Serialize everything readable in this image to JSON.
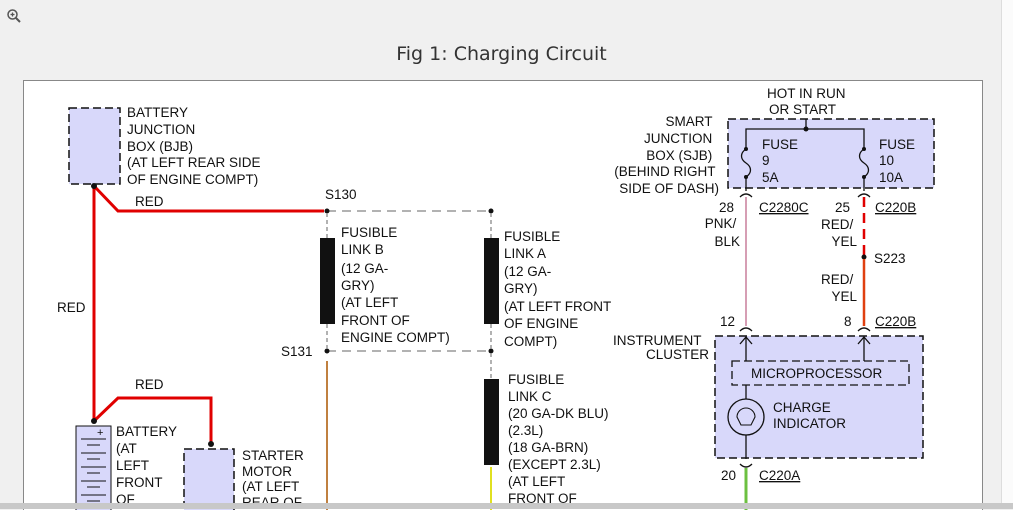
{
  "figure": {
    "title": "Fig 1: Charging Circuit"
  },
  "toolbar": {
    "zoom_icon": "magnify-plus-icon"
  },
  "diagram": {
    "bjb": [
      "BATTERY",
      "JUNCTION",
      "BOX (BJB)",
      "(AT LEFT REAR SIDE",
      "OF ENGINE COMPT)"
    ],
    "wire_red_top": "RED",
    "wire_red_left": "RED",
    "wire_red_battery": "RED",
    "s130": "S130",
    "s131": "S131",
    "fusible_b": [
      "FUSIBLE",
      "LINK B",
      "(12 GA-",
      "GRY)",
      "(AT LEFT",
      "FRONT OF",
      "ENGINE COMPT)"
    ],
    "fusible_a": [
      "FUSIBLE",
      "LINK A",
      "(12 GA-",
      "GRY)",
      "(AT LEFT FRONT",
      "OF ENGINE",
      "COMPT)"
    ],
    "fusible_c": [
      "FUSIBLE",
      "LINK C",
      "(20 GA-DK BLU)",
      "(2.3L)",
      "(18 GA-BRN)",
      "(EXCEPT 2.3L)",
      "(AT LEFT",
      "FRONT OF"
    ],
    "battery": [
      "BATTERY",
      "(AT",
      "LEFT",
      "FRONT",
      "OF"
    ],
    "starter": [
      "STARTER",
      "MOTOR",
      "(AT LEFT",
      "REAR OF"
    ],
    "hot_in_run": [
      "HOT IN RUN",
      "OR START"
    ],
    "sjb": [
      "SMART",
      "JUNCTION",
      "BOX (SJB)",
      "(BEHIND RIGHT",
      "SIDE OF DASH)"
    ],
    "fuse9": [
      "FUSE",
      "9",
      "5A"
    ],
    "fuse10": [
      "FUSE",
      "10",
      "10A"
    ],
    "pin28": "28",
    "c2280c": "C2280C",
    "pin25": "25",
    "c220b_top": "C220B",
    "pnk_blk": [
      "PNK/",
      "BLK"
    ],
    "red_yel_1": [
      "RED/",
      "YEL"
    ],
    "s223": "S223",
    "red_yel_2": [
      "RED/",
      "YEL"
    ],
    "pin12": "12",
    "pin8": "8",
    "c220b_bottom": "C220B",
    "instrument_cluster": [
      "INSTRUMENT",
      "CLUSTER"
    ],
    "microprocessor": "MICROPROCESSOR",
    "charge_indicator": [
      "CHARGE",
      "INDICATOR"
    ],
    "pin20": "20",
    "c220a": "C220A",
    "colors": {
      "wire_red": "#e00000",
      "component_fill": "#d8d8fa",
      "wire_pink": "#f0a0c0",
      "wire_orange_red": "#e04010",
      "wire_green": "#6cc040",
      "wire_yellow": "#e0e020",
      "wire_brown": "#c08040"
    }
  }
}
